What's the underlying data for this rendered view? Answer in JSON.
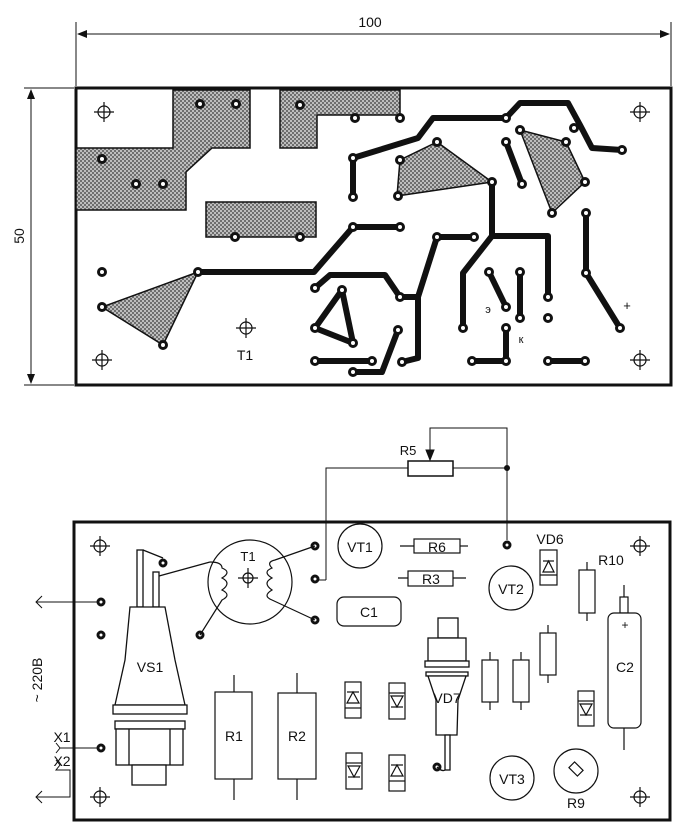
{
  "drawing": {
    "dimensions": {
      "width_label": "100",
      "height_label": "50"
    },
    "foil_side": {
      "transformer_label": "T1",
      "emitter_mark": "э",
      "collector_mark": "к",
      "plus_mark": "+"
    },
    "component_side": {
      "potentiometer_label": "R5",
      "mains_label": "~ 220В",
      "connector_labels": [
        "X1",
        "X2"
      ],
      "components": {
        "vs1": "VS1",
        "t1": "T1",
        "vt1": "VT1",
        "vt2": "VT2",
        "vt3": "VT3",
        "r1": "R1",
        "r2": "R2",
        "r3": "R3",
        "r6": "R6",
        "r9": "R9",
        "r10": "R10",
        "c1": "C1",
        "c2": "C2",
        "c2_polarity": "+",
        "vd6": "VD6",
        "vd7": "VD7"
      }
    },
    "colors": {
      "ink": "#111111",
      "copper_fill": "#9a9a9a",
      "paper": "#ffffff"
    }
  }
}
